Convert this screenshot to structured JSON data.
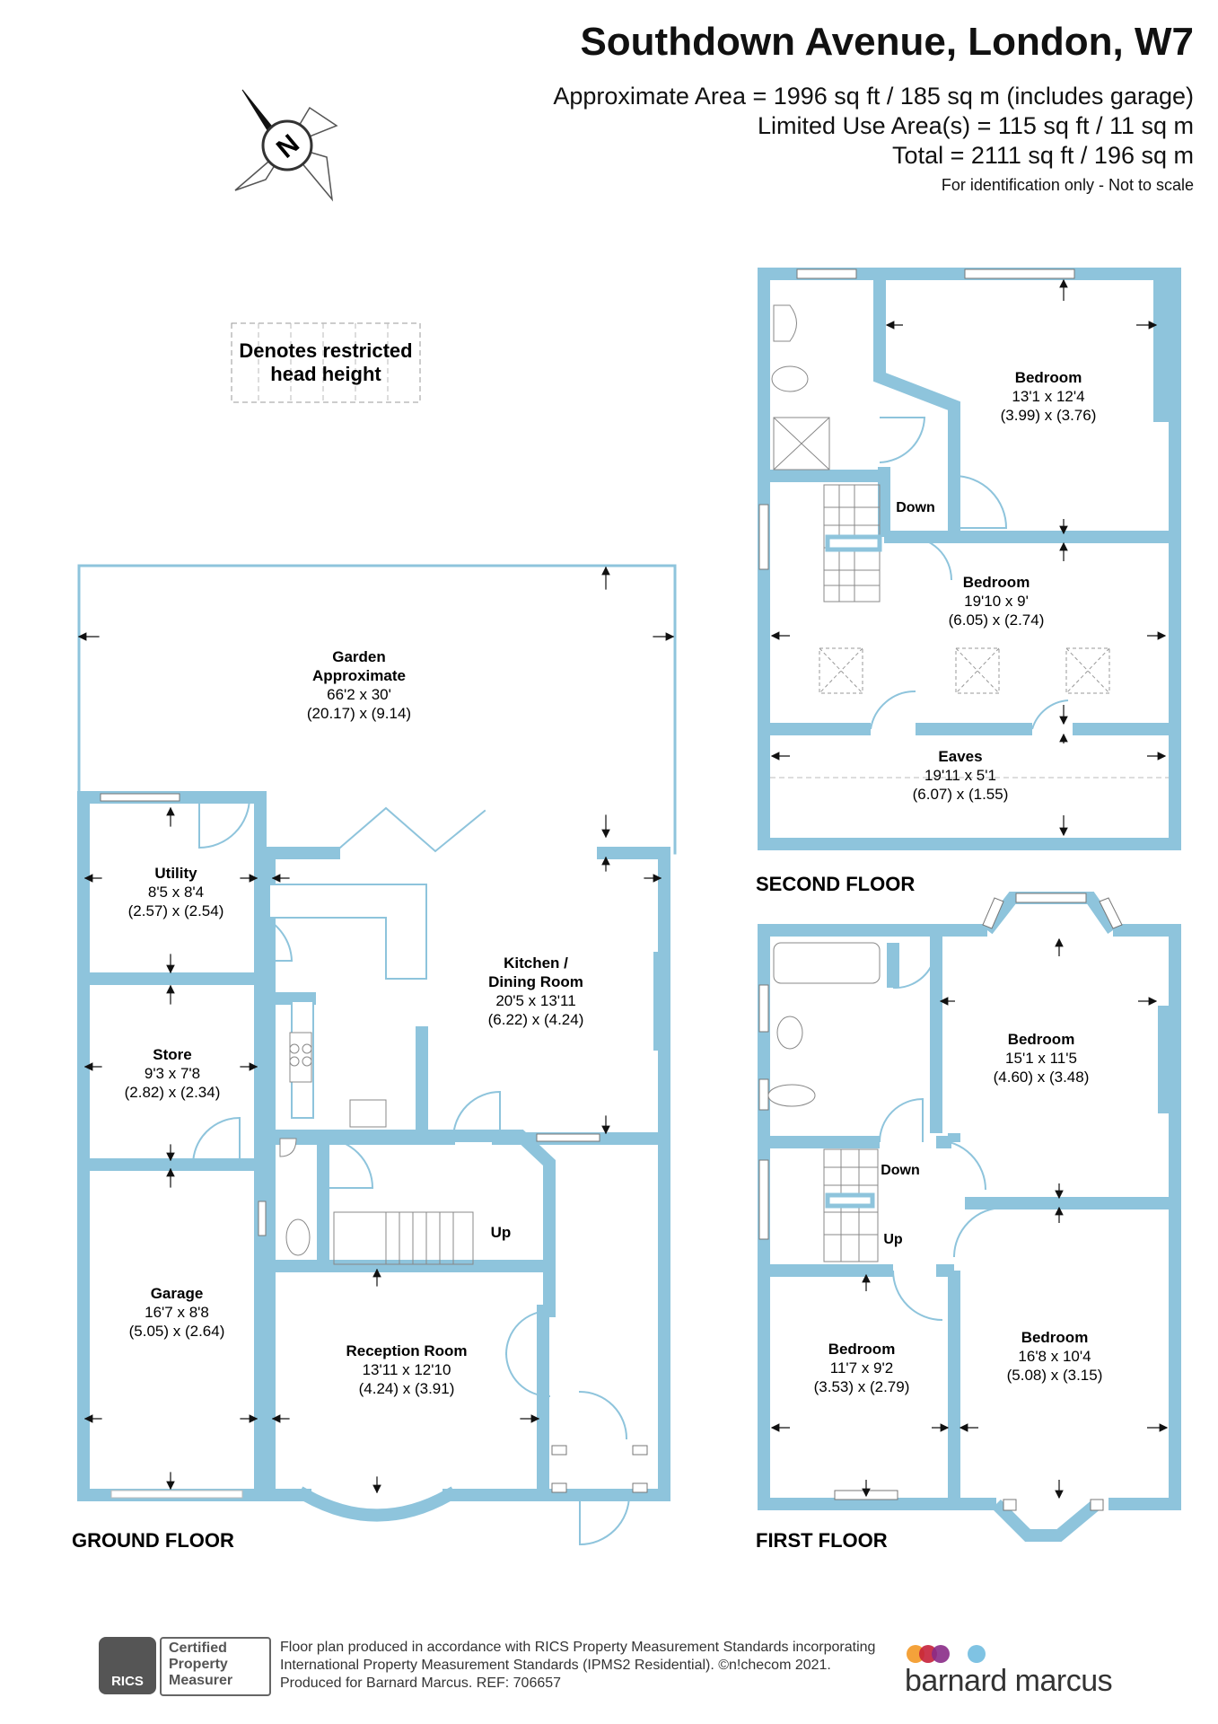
{
  "header": {
    "title": "Southdown Avenue, London, W7",
    "area_lines": [
      "Approximate Area = 1996 sq ft / 185 sq m (includes garage)",
      "Limited Use Area(s) = 115 sq ft / 11 sq m",
      "Total = 2111 sq ft / 196 sq m"
    ],
    "note": "For identification only - Not to scale"
  },
  "compass": {
    "label": "N",
    "icon": "compass-north-icon"
  },
  "legend": {
    "line1": "Denotes restricted",
    "line2": "head height"
  },
  "colors": {
    "wall": "#8ec4dc",
    "window": "#ffffff",
    "text": "#111111"
  },
  "floors": [
    {
      "name": "GROUND FLOOR",
      "rooms": [
        {
          "name": [
            "Garden",
            "Approximate"
          ],
          "imperial": "66'2 x 30'",
          "metric": "(20.17) x (9.14)"
        },
        {
          "name": [
            "Utility"
          ],
          "imperial": "8'5 x 8'4",
          "metric": "(2.57) x (2.54)"
        },
        {
          "name": [
            "Kitchen /",
            "Dining Room"
          ],
          "imperial": "20'5 x 13'11",
          "metric": "(6.22) x (4.24)"
        },
        {
          "name": [
            "Store"
          ],
          "imperial": "9'3 x 7'8",
          "metric": "(2.82) x (2.34)"
        },
        {
          "name": [
            "Garage"
          ],
          "imperial": "16'7 x 8'8",
          "metric": "(5.05) x (2.64)"
        },
        {
          "name": [
            "Reception Room"
          ],
          "imperial": "13'11 x 12'10",
          "metric": "(4.24) x (3.91)"
        }
      ],
      "labels": [
        "Up"
      ]
    },
    {
      "name": "SECOND FLOOR",
      "rooms": [
        {
          "name": [
            "Bedroom"
          ],
          "imperial": "13'1 x 12'4",
          "metric": "(3.99) x (3.76)"
        },
        {
          "name": [
            "Bedroom"
          ],
          "imperial": "19'10 x 9'",
          "metric": "(6.05) x (2.74)"
        },
        {
          "name": [
            "Eaves"
          ],
          "imperial": "19'11 x 5'1",
          "metric": "(6.07) x (1.55)"
        }
      ],
      "labels": [
        "Down"
      ]
    },
    {
      "name": "FIRST FLOOR",
      "rooms": [
        {
          "name": [
            "Bedroom"
          ],
          "imperial": "15'1 x 11'5",
          "metric": "(4.60) x (3.48)"
        },
        {
          "name": [
            "Bedroom"
          ],
          "imperial": "11'7 x 9'2",
          "metric": "(3.53) x (2.79)"
        },
        {
          "name": [
            "Bedroom"
          ],
          "imperial": "16'8 x 10'4",
          "metric": "(5.08) x (3.15)"
        }
      ],
      "labels": [
        "Down",
        "Up"
      ]
    }
  ],
  "footer": {
    "lines": [
      "Floor plan produced in accordance with RICS Property Measurement Standards incorporating",
      "International Property Measurement Standards (IPMS2 Residential).  ©n!checom 2021.",
      "Produced for Barnard Marcus.   REF:  706657"
    ],
    "rics": {
      "mark": "RICS",
      "badge": [
        "Certified",
        "Property",
        "Measurer"
      ]
    },
    "brand": {
      "name": "barnard marcus",
      "dot_colors": [
        "#f4a23a",
        "#c6213a",
        "#8a2b87",
        "#7fc3e3"
      ]
    }
  }
}
